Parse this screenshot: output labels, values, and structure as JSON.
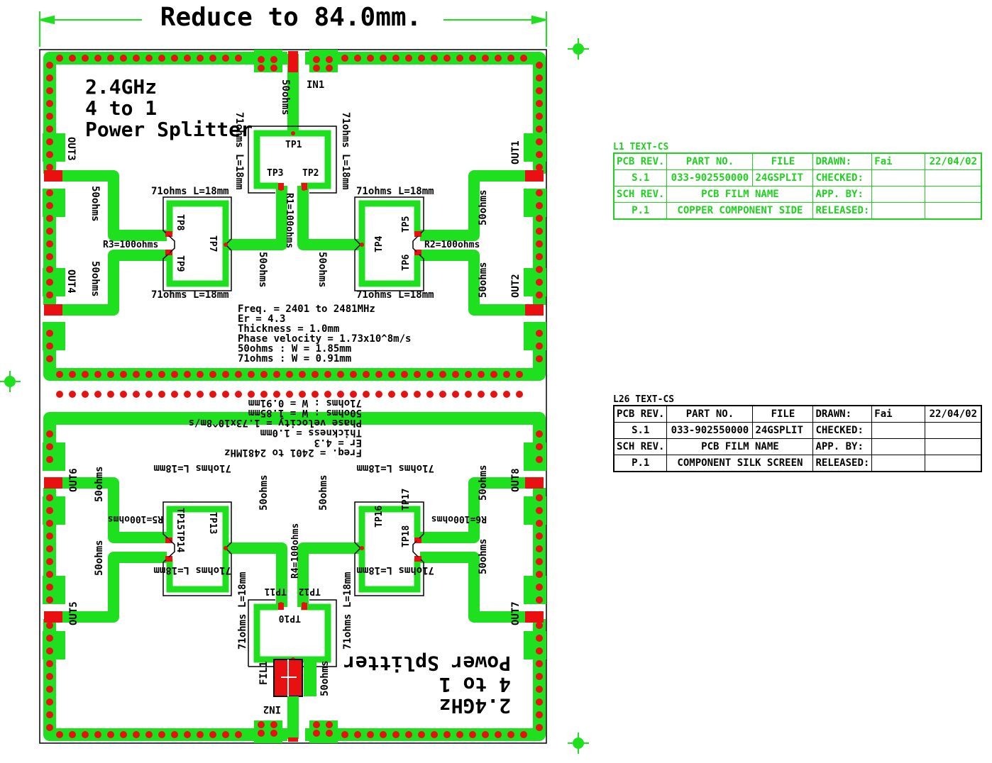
{
  "title": "Reduce to 84.0mm.",
  "board_top": {
    "heading": [
      "2.4GHz",
      "4 to 1",
      "Power Splitter"
    ],
    "ports": {
      "in": "IN1",
      "out_left_top": "OUT3",
      "out_left_bottom": "OUT4",
      "out_right_top": "OUT1",
      "out_right_bottom": "OUT2"
    },
    "testpoints": [
      "TP1",
      "TP2",
      "TP3",
      "TP4",
      "TP5",
      "TP6",
      "TP7",
      "TP8",
      "TP9"
    ],
    "resistors": {
      "center": "R1=100ohms",
      "right": "R2=100ohms",
      "left": "R3=100ohms"
    },
    "line_labels": {
      "ohm50": "50ohms",
      "ohm71": "71ohms",
      "ohm71_len": "71ohms L=18mm"
    },
    "specs": [
      "Freq. = 2401 to 2481MHz",
      "Er = 4.3",
      "Thickness = 1.0mm",
      "Phase velocity = 1.73x10^8m/s",
      "50ohms : W = 1.85mm",
      "71ohms : W = 0.91mm"
    ]
  },
  "board_bottom": {
    "heading": [
      "2.4GHz",
      "4 to 1",
      "Power Splitter"
    ],
    "ports": {
      "in": "IN2",
      "out_left_top": "OUT6",
      "out_left_bottom": "OUT5",
      "out_right_top": "OUT8",
      "out_right_bottom": "OUT7"
    },
    "testpoints": [
      "TP10",
      "TP11",
      "TP12",
      "TP13",
      "TP14",
      "TP15",
      "TP16",
      "TP17",
      "TP18"
    ],
    "resistors": {
      "center": "R4=100ohms",
      "left": "R5=100ohms",
      "right": "R6=100ohms"
    },
    "filter": "FIL1",
    "line_labels": {
      "ohm50": "50ohms",
      "ohm71_len": "71ohms L=18mm"
    },
    "specs": [
      "Freq. = 2401 to 2481MHz",
      "Er = 4.3",
      "Thickness = 1.0mm",
      "Phase velocity = 1.73x10^8m/s",
      "50ohms : W = 1.85mm",
      "71ohms : W = 0.91mm"
    ]
  },
  "title_block_1": {
    "layer": "L1  TEXT-CS",
    "rows": [
      [
        "PCB REV.",
        "PART NO.",
        "FILE",
        "DRAWN:",
        "Fai",
        "22/04/02"
      ],
      [
        "S.1",
        "033-902550000",
        "24GSPLIT",
        "CHECKED:",
        "",
        ""
      ],
      [
        "SCH REV.",
        "PCB FILM NAME",
        "APP. BY:",
        "",
        ""
      ],
      [
        "P.1",
        "COPPER COMPONENT SIDE",
        "RELEASED:",
        "",
        ""
      ]
    ]
  },
  "title_block_2": {
    "layer": "L26  TEXT-CS",
    "rows": [
      [
        "PCB REV.",
        "PART NO.",
        "FILE",
        "DRAWN:",
        "Fai",
        "22/04/02"
      ],
      [
        "S.1",
        "033-902550000",
        "24GSPLIT",
        "CHECKED:",
        "",
        ""
      ],
      [
        "SCH REV.",
        "PCB FILM NAME",
        "APP. BY:",
        "",
        ""
      ],
      [
        "P.1",
        "COMPONENT SILK SCREEN",
        "RELEASED:",
        "",
        ""
      ]
    ]
  },
  "colors": {
    "copper": "#1fe01f",
    "via": "#e81010",
    "silk": "#000000",
    "table_green": "#1fd21f"
  }
}
